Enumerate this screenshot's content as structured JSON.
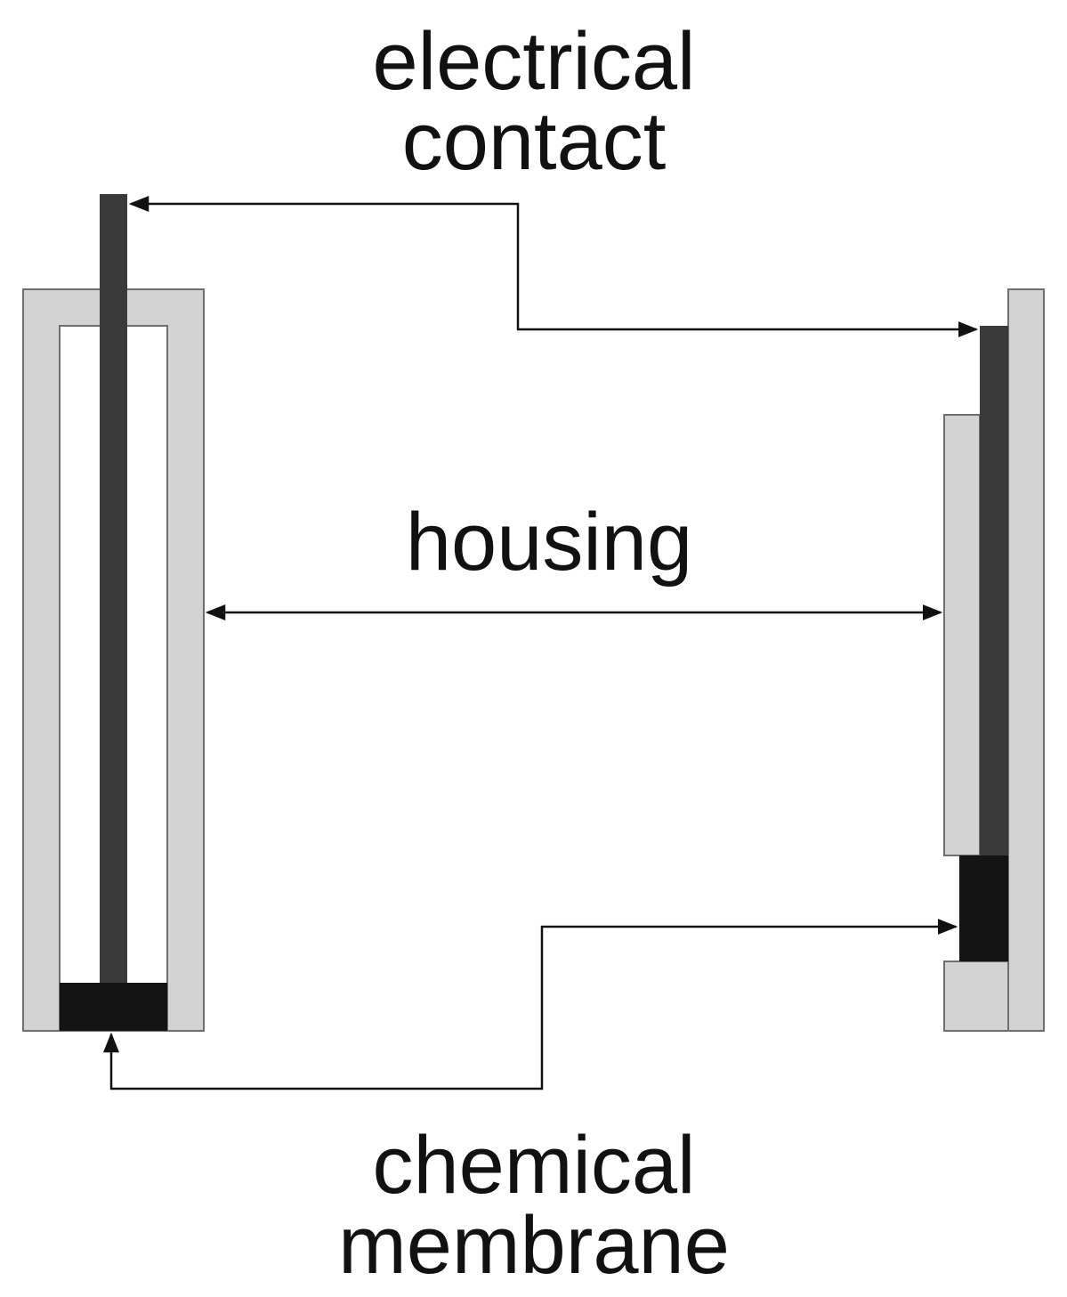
{
  "labels": {
    "electrical_contact_line1": "electrical",
    "electrical_contact_line2": "contact",
    "housing": "housing",
    "chemical_membrane_line1": "chemical",
    "chemical_membrane_line2": "membrane"
  },
  "colors": {
    "housing": "#d3d3d3",
    "contact": "#3a3a3a",
    "membrane": "#141414",
    "arrow": "#111111",
    "background": "#ffffff"
  }
}
